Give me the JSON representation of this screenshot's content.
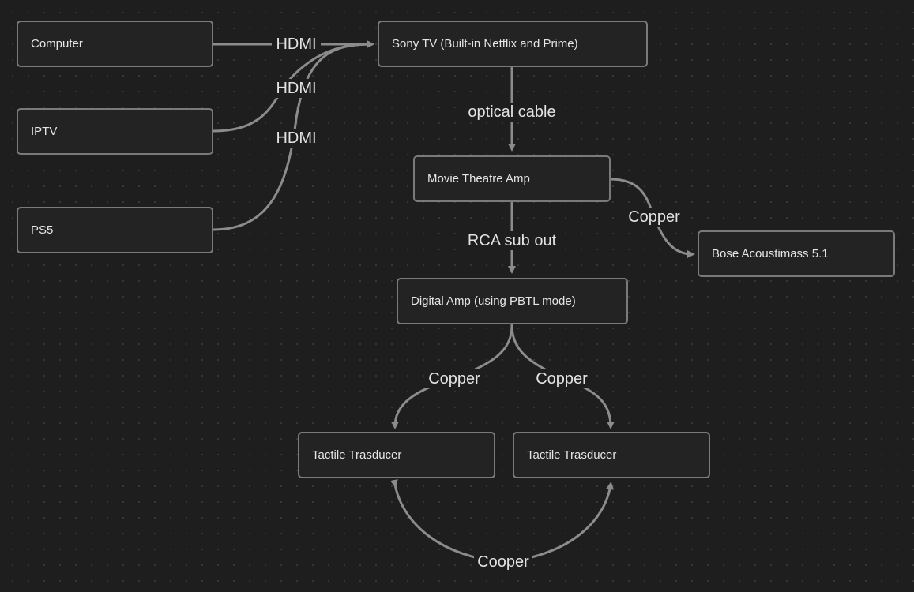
{
  "nodes": {
    "computer": "Computer",
    "iptv": "IPTV",
    "ps5": "PS5",
    "sony_tv": "Sony TV (Built-in Netflix and Prime)",
    "movie_amp": "Movie Theatre Amp",
    "bose": "Bose Acoustimass 5.1",
    "digital_amp": "Digital Amp (using PBTL mode)",
    "tactile_left": "Tactile Trasducer",
    "tactile_right": "Tactile Trasducer"
  },
  "edges": {
    "computer_tv": "HDMI",
    "iptv_tv": "HDMI",
    "ps5_tv": "HDMI",
    "tv_amp": "optical cable",
    "amp_bose": "Copper",
    "amp_digital": "RCA sub out",
    "digital_left": "Copper",
    "digital_right": "Copper",
    "tactile_link": "Cooper"
  },
  "colors": {
    "background": "#1e1e1e",
    "node_border": "#7a7a7a",
    "edge": "#8c8c8c",
    "text": "#e6e6e6"
  }
}
